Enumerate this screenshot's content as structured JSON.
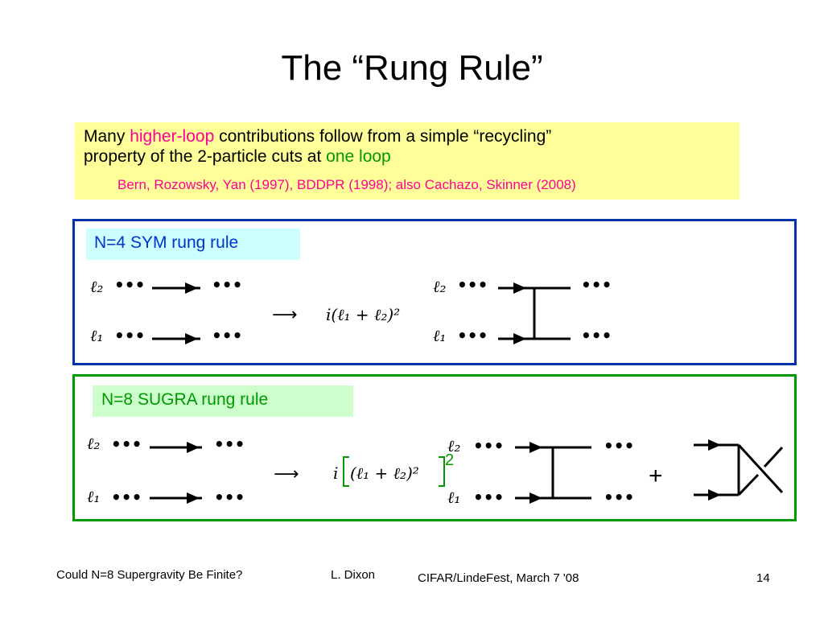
{
  "slide": {
    "title": "The “Rung Rule”",
    "page_number": "14"
  },
  "intro": {
    "prefix": "Many ",
    "highlight1": "higher-loop",
    "middle": " contributions follow from a simple “recycling”",
    "line2_prefix": "property of the 2-particle cuts at ",
    "highlight2": "one loop",
    "citation": "Bern, Rozowsky, Yan (1997), BDDPR (1998); also Cachazo, Skinner (2008)"
  },
  "sym_panel": {
    "label": "N=4 SYM rung rule",
    "l2": "ℓ₂",
    "l1": "ℓ₁",
    "dots": "•••",
    "maps_to": "⟶",
    "factor": "i(ℓ₁ + ℓ₂)²"
  },
  "sugra_panel": {
    "label": "N=8 SUGRA rung rule",
    "l2": "ℓ₂",
    "l1": "ℓ₁",
    "dots": "•••",
    "maps_to": "⟶",
    "factor_i": "i",
    "factor_core": "(ℓ₁ + ℓ₂)²",
    "outer_power": "2",
    "plus": "+"
  },
  "footer": {
    "talk_title": "Could N=8 Supergravity Be Finite?",
    "author": "L. Dixon",
    "venue": "CIFAR/LindeFest,  March 7 '08"
  },
  "colors": {
    "accent_magenta": "#ff0099",
    "accent_green": "#009900",
    "sym_border": "#0033aa",
    "sym_label_text": "#0033cc",
    "sym_label_bg": "#ccffff",
    "sugra_label_bg": "#ccffcc",
    "intro_bg": "#ffff99"
  }
}
